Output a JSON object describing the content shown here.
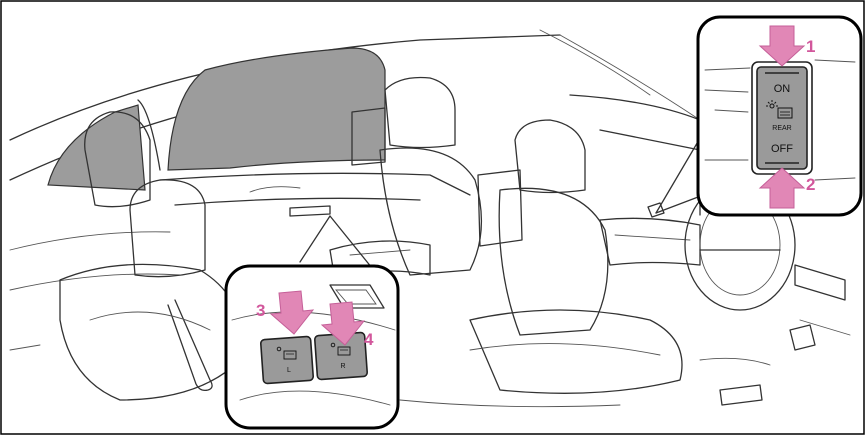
{
  "callouts": {
    "step1": "1",
    "step2": "2",
    "step3": "3",
    "step4": "4"
  },
  "front_switch": {
    "on_label": "ON",
    "off_label": "OFF",
    "rear_label": "REAR",
    "icon": "rear-seat-heater-icon"
  },
  "rear_switches": {
    "left_mark": "L",
    "right_mark": "R",
    "icon": "rear-seat-heater-icon"
  },
  "colors": {
    "arrow": "#e187b6",
    "number": "#d2579c",
    "button": "#9a9a9a",
    "window_shade": "#9c9c9c"
  }
}
